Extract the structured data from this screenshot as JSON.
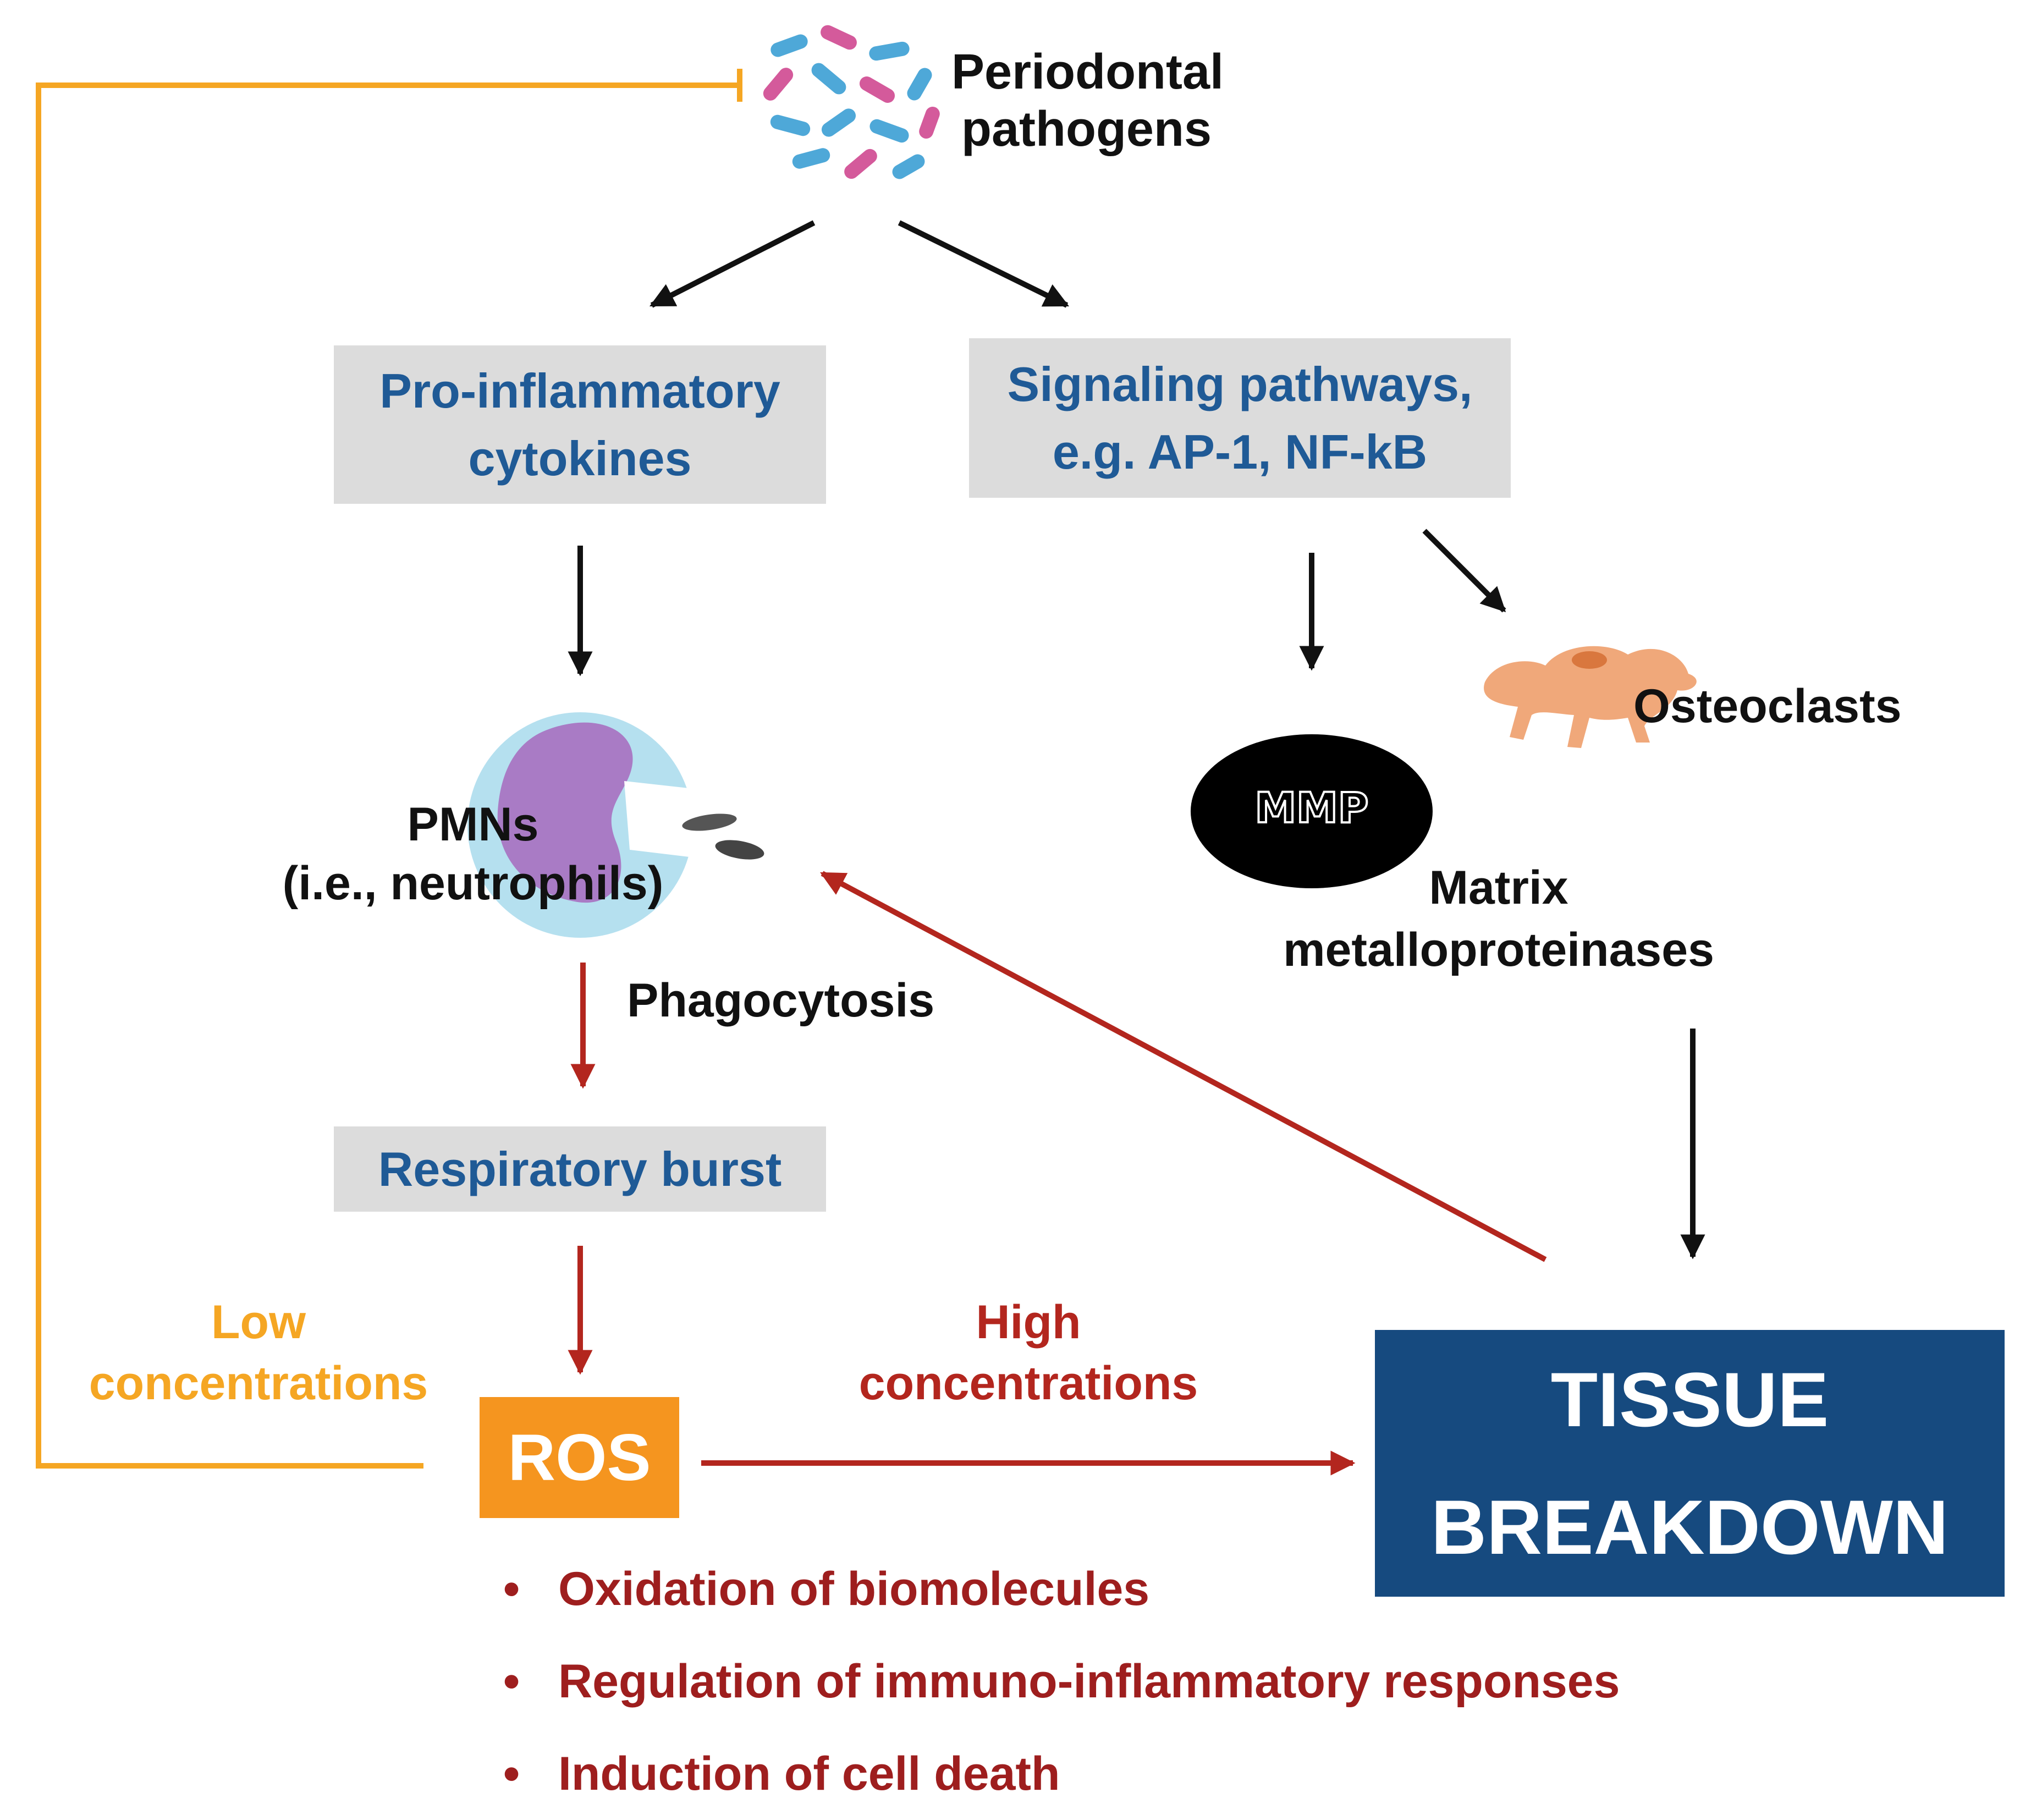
{
  "nodes": {
    "pathogens": {
      "line1": "Periodontal",
      "line2": "pathogens"
    },
    "cytokines": {
      "line1": "Pro-inflammatory",
      "line2": "cytokines"
    },
    "signaling": {
      "line1": "Signaling pathways,",
      "line2": "e.g. AP-1, NF-kB"
    },
    "pmns": {
      "line1": "PMNs",
      "line2": "(i.e., neutrophils)"
    },
    "phagocytosis": "Phagocytosis",
    "respiratory_burst": "Respiratory burst",
    "osteoclasts": "Osteoclasts",
    "mmp_badge": "MMP",
    "mmp": {
      "line1": "Matrix",
      "line2": "metalloproteinases"
    },
    "ros": "ROS",
    "low_conc": {
      "line1": "Low",
      "line2": "concentrations"
    },
    "high_conc": {
      "line1": "High",
      "line2": "concentrations"
    },
    "tissue": {
      "line1": "TISSUE",
      "line2": "BREAKDOWN"
    }
  },
  "ros_effects": [
    "Oxidation of biomolecules",
    "Regulation of immuno-inflammatory responses",
    "Induction of cell death"
  ],
  "colors": {
    "black_arrow": "#111111",
    "red_arrow": "#b3261e",
    "orange_feedback": "#f5a623",
    "box_gray": "#dcdcdc",
    "text_blue": "#1f5a96",
    "tissue_blue": "#164a7f",
    "ros_orange": "#f5951f"
  },
  "icons": [
    "bacteria-cluster-icon",
    "neutrophil-cell-icon",
    "osteoclast-cell-icon",
    "mmp-enzyme-icon"
  ]
}
